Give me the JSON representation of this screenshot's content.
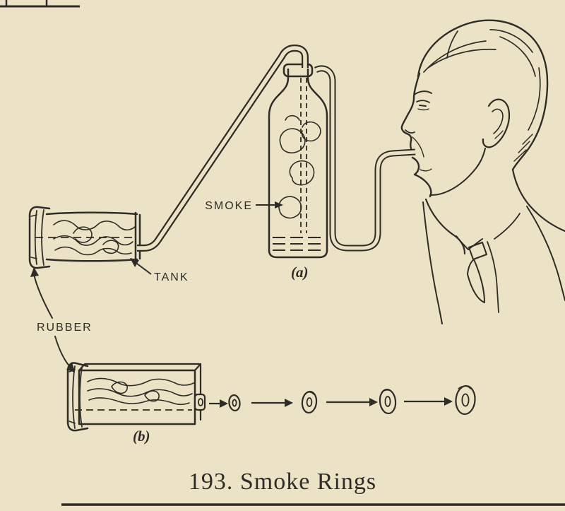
{
  "page": {
    "caption": "193. Smoke Rings",
    "background_color": "#ece3c7",
    "ink_color": "#2e2c26"
  },
  "labels": {
    "smoke": "SMOKE",
    "tank": "TANK",
    "rubber": "RUBBER",
    "sub_a": "(a)",
    "sub_b": "(b)"
  }
}
